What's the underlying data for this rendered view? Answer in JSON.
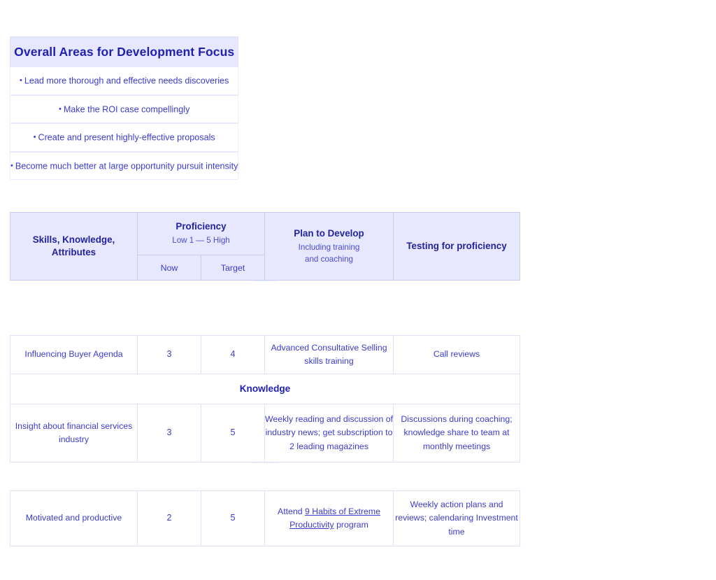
{
  "colors": {
    "header_bg": "#e7e8fd",
    "header_text": "#1f1fb4",
    "body_text": "#3b3bcf",
    "border": "#dfe2fa",
    "strong_border": "#c7cdf4",
    "page_bg": "#ffffff"
  },
  "focus_panel": {
    "title": "Overall Areas for Development Focus",
    "bullet_glyph": "•",
    "items": [
      "Lead more thorough and effective needs discoveries",
      "Make the ROI case compellingly",
      "Create and present highly-effective proposals",
      "Become much better at large opportunity pursuit intensity"
    ]
  },
  "matrix": {
    "headers": {
      "skills": "Skills, Knowledge, Attributes",
      "proficiency_title": "Proficiency",
      "proficiency_scale": "Low 1 — 5 High",
      "now": "Now",
      "target": "Target",
      "plan_title": "Plan to Develop",
      "plan_subtitle_line1": "Including training",
      "plan_subtitle_line2": "and coaching",
      "testing": "Testing for proficiency"
    },
    "rows": [
      {
        "type": "data",
        "skill": "Influencing Buyer Agenda",
        "now": "3",
        "target": "4",
        "plan": "Advanced Consultative Selling skills training",
        "testing": "Call reviews"
      },
      {
        "type": "section",
        "label": "Knowledge"
      },
      {
        "type": "data",
        "skill": "Insight about financial services industry",
        "now": "3",
        "target": "5",
        "plan": "Weekly reading and discussion of industry news; get subscription to 2 leading magazines",
        "testing": "Discussions during coaching; knowledge share to team at monthly meetings"
      },
      {
        "type": "data",
        "skill": "Motivated and productive",
        "now": "2",
        "target": "5",
        "plan_prefix": "Attend ",
        "plan_link": "9 Habits of Extreme Productivity",
        "plan_suffix": " program",
        "testing": "Weekly action plans and reviews; calendaring Investment time"
      }
    ]
  }
}
